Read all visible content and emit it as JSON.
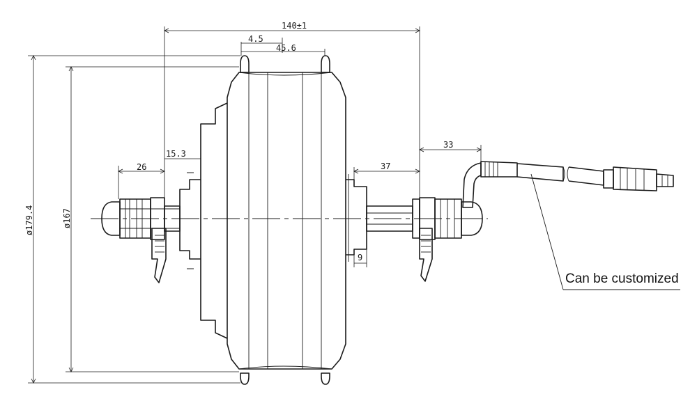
{
  "dimensions": {
    "overall_length": "140±1",
    "rim_offset": "4.5",
    "rim_width": "45.6",
    "left_shaft": "26",
    "left_flange": "15.3",
    "right_cable": "33",
    "right_shaft": "37",
    "right_step": "9",
    "outer_diameter": "ø179.4",
    "rim_diameter": "ø167"
  },
  "callout": {
    "note": "Can be customized"
  }
}
